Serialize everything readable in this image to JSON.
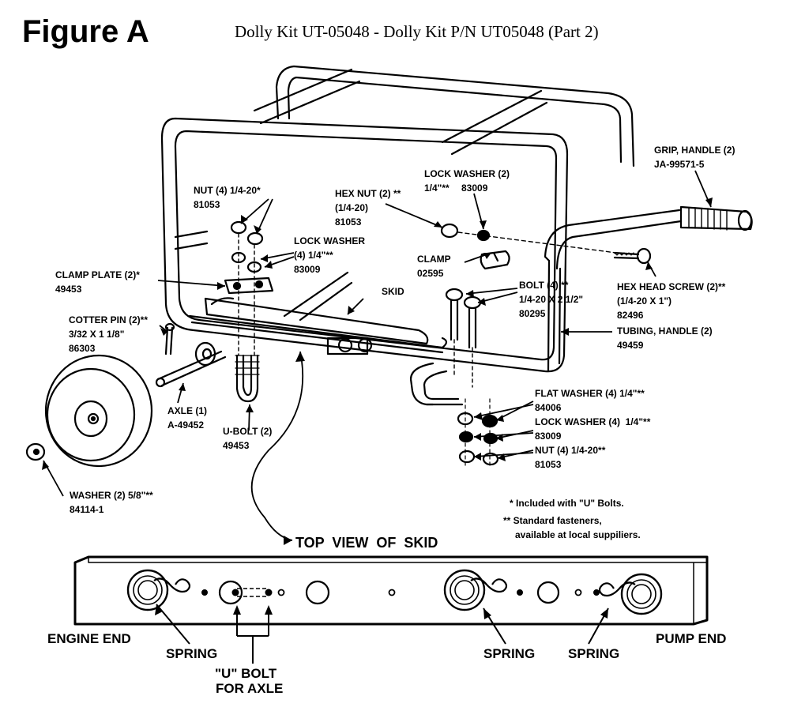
{
  "header": {
    "figure": "Figure A",
    "subtitle": "Dolly Kit UT-05048 - Dolly Kit P/N UT05048 (Part 2)"
  },
  "labels": {
    "nut_top": "NUT (4) 1/4-20*",
    "nut_top_pn": "81053",
    "hex_nut": "HEX NUT (2) **",
    "hex_nut_size": "(1/4-20)",
    "hex_nut_pn": "81053",
    "lock_washer_top": "LOCK WASHER (2)",
    "lock_washer_top_size": "1/4\"**",
    "lock_washer_top_pn": "83009",
    "grip": "GRIP, HANDLE (2)",
    "grip_pn": "JA-99571-5",
    "lock_washer_mid": "LOCK WASHER",
    "lock_washer_mid_size": "(4) 1/4\"**",
    "lock_washer_mid_pn": "83009",
    "clamp": "CLAMP",
    "clamp_pn": "02595",
    "clamp_plate": "CLAMP PLATE (2)*",
    "clamp_plate_pn": "49453",
    "skid": "SKID",
    "bolt": "BOLT (4) **",
    "bolt_size": "1/4-20 X 2 1/2\"",
    "bolt_pn": "80295",
    "hex_head_screw": "HEX HEAD SCREW (2)**",
    "hex_head_screw_size": "(1/4-20 X 1\")",
    "hex_head_screw_pn": "82496",
    "cotter_pin": "COTTER PIN (2)**",
    "cotter_pin_size": "3/32 X 1 1/8\"",
    "cotter_pin_pn": "86303",
    "tubing": "TUBING, HANDLE (2)",
    "tubing_pn": "49459",
    "axle": "AXLE (1)",
    "axle_pn": "A-49452",
    "ubolt": "U-BOLT (2)",
    "ubolt_pn": "49453",
    "flat_washer": "FLAT WASHER (4) 1/4\"**",
    "flat_washer_pn": "84006",
    "lock_washer_bot": "LOCK WASHER (4)  1/4\"**",
    "lock_washer_bot_pn": "83009",
    "nut_bot": "NUT (4) 1/4-20**",
    "nut_bot_pn": "81053",
    "washer": "WASHER (2) 5/8\"**",
    "washer_pn": "84114-1",
    "note_1": "* Included with \"U\" Bolts.",
    "note_2": "** Standard fasteners,",
    "note_3": "available at local suppiliers."
  },
  "skid_view": {
    "title": "TOP  VIEW  OF  SKID",
    "engine_end": "ENGINE END",
    "pump_end": "PUMP END",
    "spring_1": "SPRING",
    "spring_2": "SPRING",
    "spring_3": "SPRING",
    "ubolt_axle_1": "\"U\" BOLT",
    "ubolt_axle_2": "FOR AXLE"
  }
}
